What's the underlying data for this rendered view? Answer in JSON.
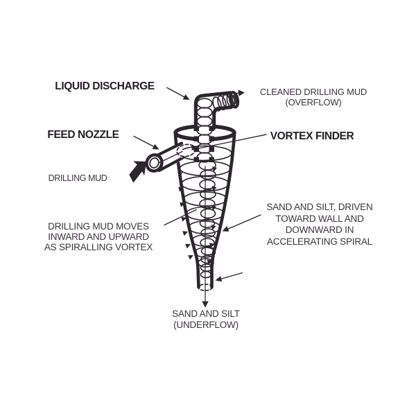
{
  "diagram": {
    "subject": "hydrocyclone-drilling-mud-separator",
    "colors": {
      "ink": "#2a262b",
      "background": "#ffffff"
    },
    "labels": {
      "liquid_discharge": "LIQUID DISCHARGE",
      "cleaned_mud_line1": "CLEANED DRILLING MUD",
      "cleaned_mud_line2": "(OVERFLOW)",
      "feed_nozzle": "FEED NOZZLE",
      "vortex_finder": "VORTEX FINDER",
      "drilling_mud": "DRILLING MUD",
      "mud_moves_line1": "DRILLING MUD MOVES",
      "mud_moves_line2": "INWARD AND UPWARD",
      "mud_moves_line3": "AS SPIRALLING VORTEX",
      "sand_driven_line1": "SAND AND SILT, DRIVEN",
      "sand_driven_line2": "TOWARD WALL AND",
      "sand_driven_line3": "DOWNWARD IN",
      "sand_driven_line4": "ACCELERATING SPIRAL",
      "underflow_line1": "SAND AND SILT",
      "underflow_line2": "(UNDERFLOW)"
    }
  }
}
